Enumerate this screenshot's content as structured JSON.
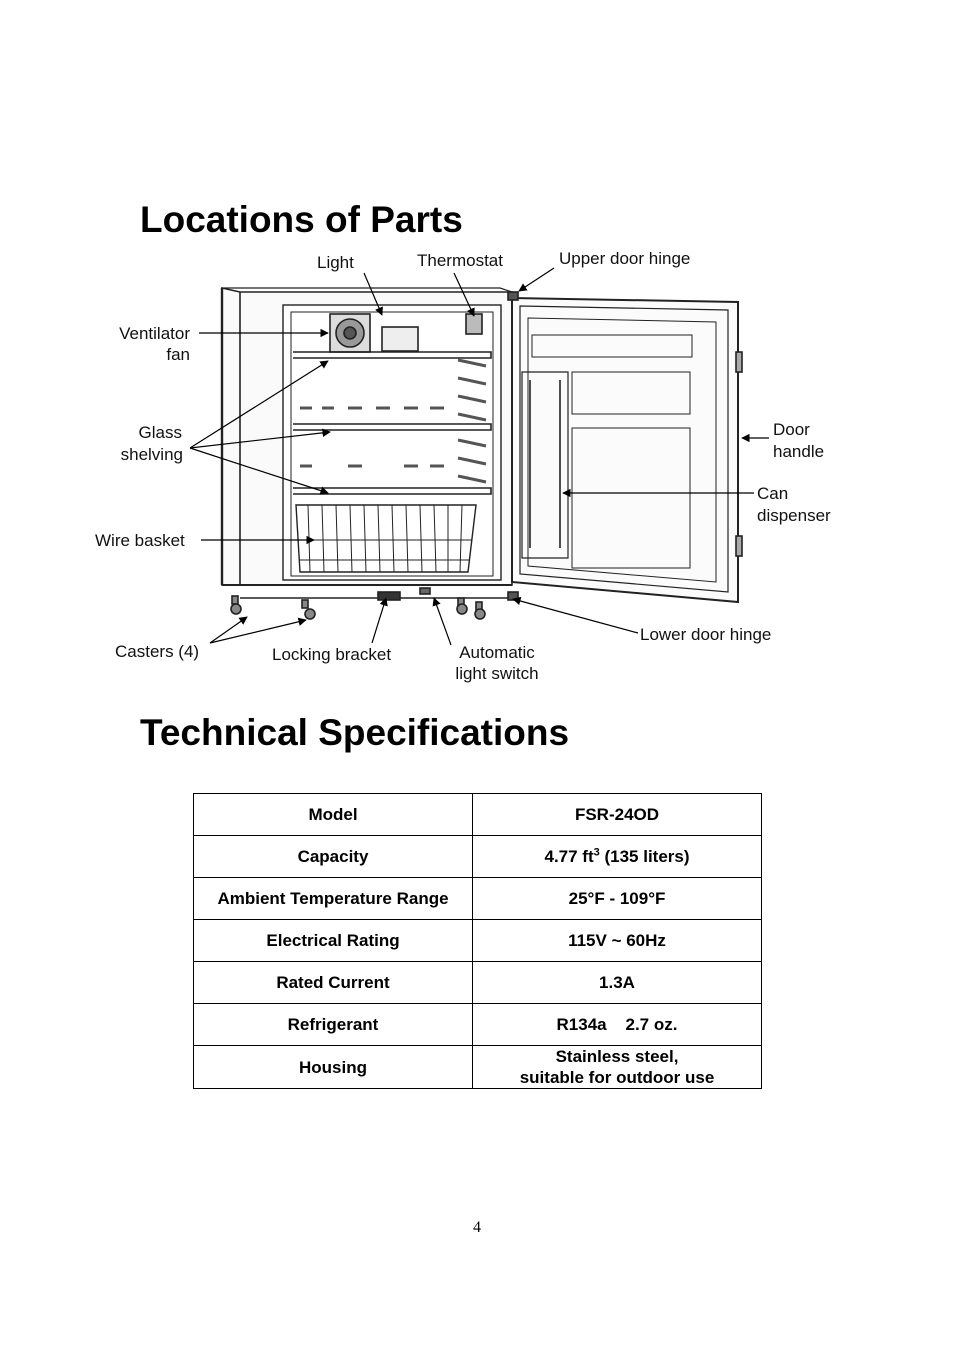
{
  "sections": {
    "parts_title": "Locations of Parts",
    "specs_title": "Technical Specifications"
  },
  "labels": {
    "light": "Light",
    "thermostat": "Thermostat",
    "upper_door_hinge": "Upper door hinge",
    "ventilator": "Ventilator",
    "fan": "fan",
    "glass": "Glass",
    "shelving": "shelving",
    "door": "Door",
    "handle": "handle",
    "can": "Can",
    "dispenser": "dispenser",
    "wire_basket": "Wire basket",
    "lower_door_hinge": "Lower door hinge",
    "casters": "Casters (4)",
    "locking_bracket": "Locking bracket",
    "automatic": "Automatic",
    "light_switch": "light switch"
  },
  "specs": [
    {
      "key": "Model",
      "value": "FSR-24OD"
    },
    {
      "key": "Capacity",
      "value_pre": "4.77 ft",
      "value_sup": "3",
      "value_post": " (135 liters)"
    },
    {
      "key": "Ambient Temperature Range",
      "value": "25°F - 109°F"
    },
    {
      "key": "Electrical Rating",
      "value": "115V ~ 60Hz"
    },
    {
      "key": "Rated Current",
      "value": "1.3A"
    },
    {
      "key": "Refrigerant",
      "value": "R134a    2.7 oz."
    },
    {
      "key": "Housing",
      "value_line1": "Stainless steel,",
      "value_line2": "suitable for outdoor use"
    }
  ],
  "page_number": "4"
}
